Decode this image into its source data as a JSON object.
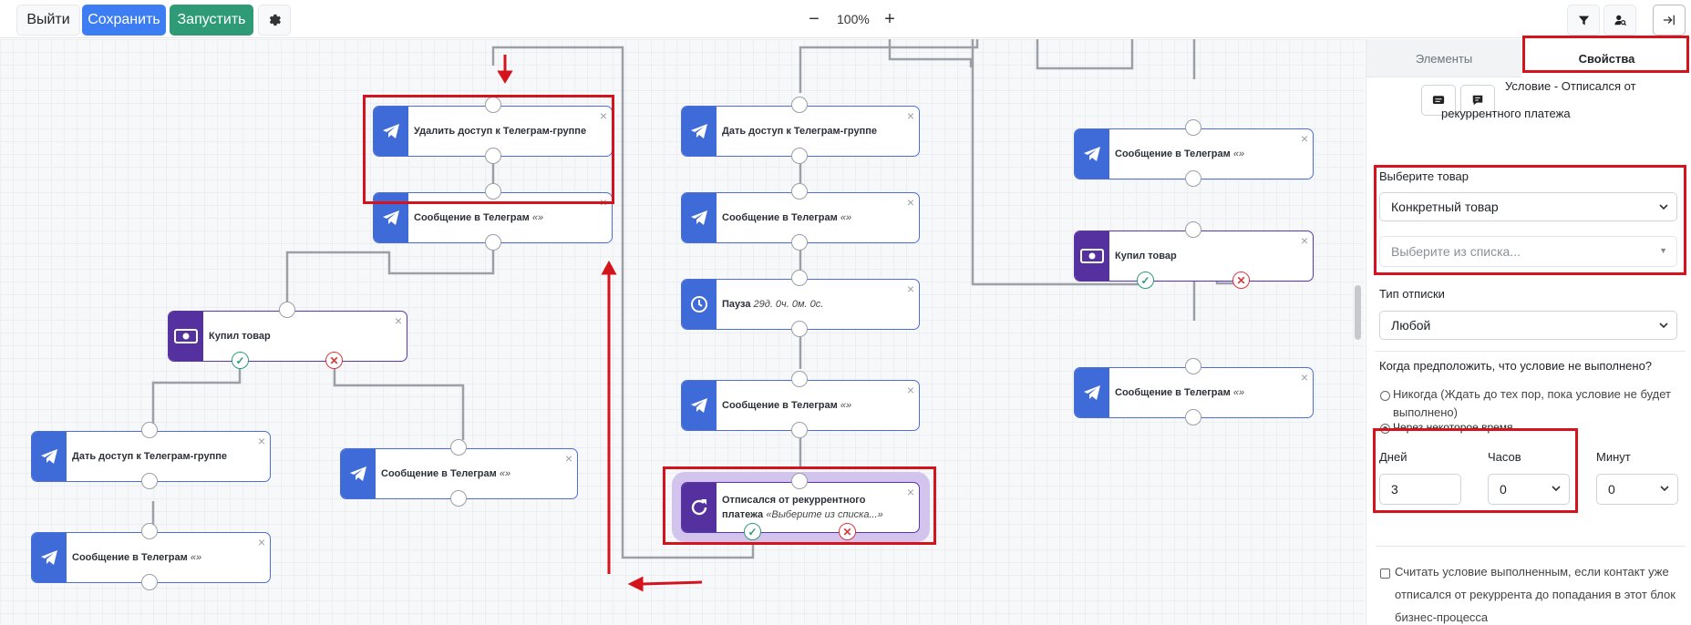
{
  "toolbar": {
    "exit_label": "Выйти",
    "save_label": "Сохранить",
    "run_label": "Запустить",
    "zoom_out": "−",
    "zoom_level": "100%",
    "zoom_in": "+"
  },
  "canvas": {
    "nodes": [
      {
        "text": "Удалить доступ к Телеграм-группе",
        "suffix": "",
        "icon": "telegram-icon"
      },
      {
        "text": "Сообщение в Телеграм",
        "suffix": "«»",
        "icon": "telegram-icon"
      },
      {
        "text": "Купил товар",
        "suffix": "",
        "icon": "money-icon"
      },
      {
        "text": "Дать доступ к Телеграм-группе",
        "suffix": "",
        "icon": "telegram-icon"
      },
      {
        "text": "Сообщение в Телеграм",
        "suffix": "«»",
        "icon": "telegram-icon"
      },
      {
        "text": "Сообщение в Телеграм",
        "suffix": "«»",
        "icon": "telegram-icon"
      },
      {
        "text": "Дать доступ к Телеграм-группе",
        "suffix": "",
        "icon": "telegram-icon"
      },
      {
        "text": "Сообщение в Телеграм",
        "suffix": "«»",
        "icon": "telegram-icon"
      },
      {
        "text": "Пауза",
        "suffix": "29д. 0ч. 0м. 0с.",
        "icon": "clock-icon"
      },
      {
        "text": "Сообщение в Телеграм",
        "suffix": "«»",
        "icon": "telegram-icon"
      },
      {
        "text": "Отписался от рекуррентного платежа",
        "suffix": "«Выберите из списка...»",
        "icon": "recurring-icon"
      },
      {
        "text": "Сообщение в Телеграм",
        "suffix": "«»",
        "icon": "telegram-icon"
      },
      {
        "text": "Купил товар",
        "suffix": "",
        "icon": "money-icon"
      },
      {
        "text": "Сообщение в Телеграм",
        "suffix": "«»",
        "icon": "telegram-icon"
      }
    ],
    "close_glyph": "×"
  },
  "panel": {
    "tab_elements": "Элементы",
    "tab_properties": "Свойства",
    "node_title": "Условие - Отписался от рекуррентного платежа",
    "product_label": "Выберите товар",
    "product_value": "Конкретный товар",
    "product_list_placeholder": "Выберите из списка...",
    "unsub_type_label": "Тип отписки",
    "unsub_type_value": "Любой",
    "when_label": "Когда предположить, что условие не выполнено?",
    "option_never": "Никогда (Ждать до тех пор, пока условие не будет выполнено)",
    "option_after": "Через некоторое время",
    "days_label": "Дней",
    "days_value": "3",
    "hours_label": "Часов",
    "hours_value": "0",
    "minutes_label": "Минут",
    "minutes_value": "0",
    "checkbox_label": "Считать условие выполненным, если контакт уже отписался от рекуррента до попадания в этот блок бизнес-процесса"
  },
  "colors": {
    "primary": "#3d7df4",
    "success": "#2e9b76",
    "node_blue": "#3f6bd9",
    "node_purple": "#55309f",
    "highlight_red": "#d5131d"
  }
}
